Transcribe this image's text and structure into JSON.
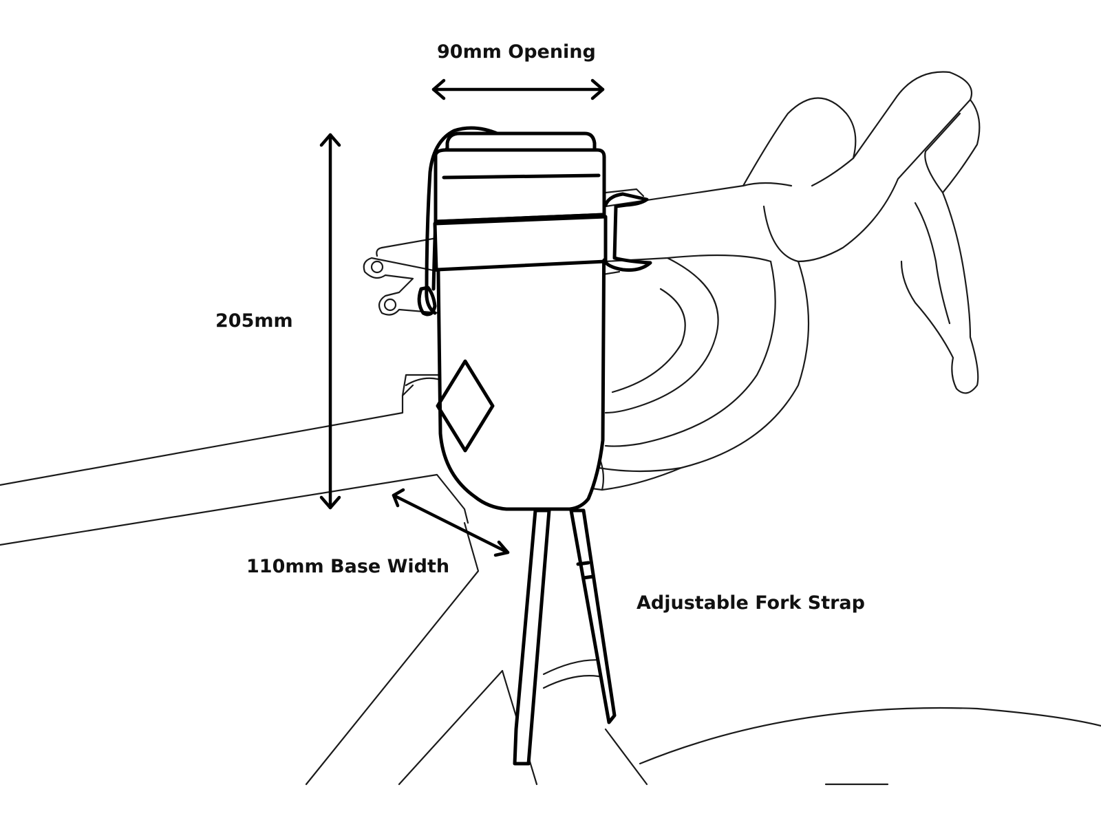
{
  "labels": {
    "opening": "90mm Opening",
    "height": "205mm",
    "base_width": "110mm Base Width",
    "fork_strap": "Adjustable Fork Strap"
  }
}
